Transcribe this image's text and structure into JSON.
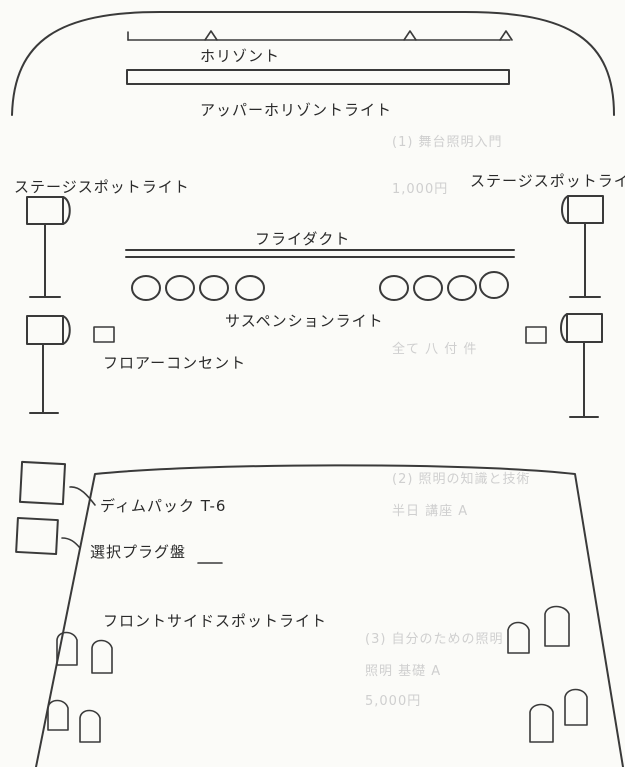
{
  "labels": {
    "far_horizont": "ホリゾント",
    "upper_horizont_light": "アッパーホリゾントライト",
    "stage_spot_left": "ステージスポットライト",
    "stage_spot_right": "ステージスポットライト",
    "fly_duct": "フライダクト",
    "suspension_light": "サスペンションライト",
    "floor_outlet": "フロアーコンセント",
    "dimmer_pack": "ディムパック T-6",
    "selector_plug_panel": "選択プラグ盤",
    "front_side_spot": "フロントサイドスポットライト"
  },
  "ghost_text": {
    "line1": "(1) 舞台照明入門",
    "line2": "1,000円",
    "line3": "全て 八 付 件",
    "line4": "(2) 照明の知識と技術",
    "line5": "半日 講座 A",
    "line6": "(3) 自分のための照明",
    "line7": "照明 基礎 A",
    "line8": "5,000円"
  }
}
